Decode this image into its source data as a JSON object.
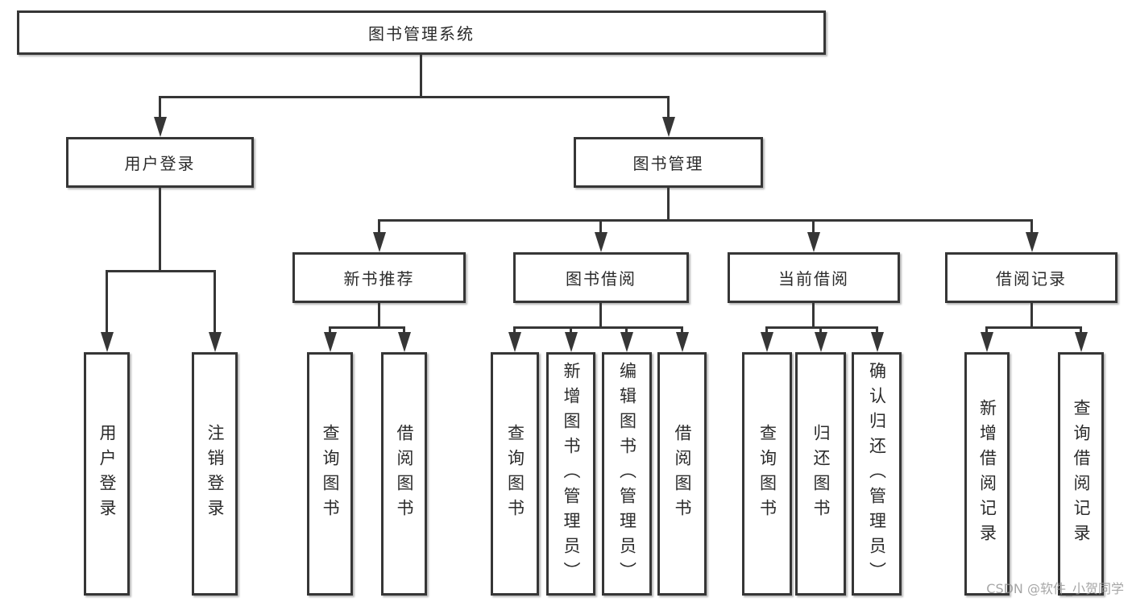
{
  "colors": {
    "line": "#363636",
    "box_border": "#363636",
    "box_fill": "#ffffff",
    "text": "#2b2b2b",
    "watermark": "#969696",
    "background": "#ffffff"
  },
  "watermark": {
    "text": "CSDN @软件_小贺同学"
  },
  "nodes": {
    "root": {
      "label": "图书管理系统"
    },
    "user_login": {
      "label": "用户登录"
    },
    "book_mgmt": {
      "label": "图书管理"
    },
    "new_book_rec": {
      "label": "新书推荐"
    },
    "book_borrow": {
      "label": "图书借阅"
    },
    "current_borrow": {
      "label": "当前借阅"
    },
    "borrow_record": {
      "label": "借阅记录"
    },
    "leaf_login": {
      "label": "用户登录"
    },
    "leaf_logout": {
      "label": "注销登录"
    },
    "leaf_nbr_query": {
      "label": "查询图书"
    },
    "leaf_nbr_borrow": {
      "label": "借阅图书"
    },
    "leaf_bb_query": {
      "label": "查询图书"
    },
    "leaf_bb_add": {
      "label": "新增图书（管理员）"
    },
    "leaf_bb_edit": {
      "label": "编辑图书（管理员）"
    },
    "leaf_bb_borrow": {
      "label": "借阅图书"
    },
    "leaf_cb_query": {
      "label": "查询图书"
    },
    "leaf_cb_return": {
      "label": "归还图书"
    },
    "leaf_cb_confirm": {
      "label": "确认归还（管理员）"
    },
    "leaf_br_add": {
      "label": "新增借阅记录"
    },
    "leaf_br_query": {
      "label": "查询借阅记录"
    }
  }
}
